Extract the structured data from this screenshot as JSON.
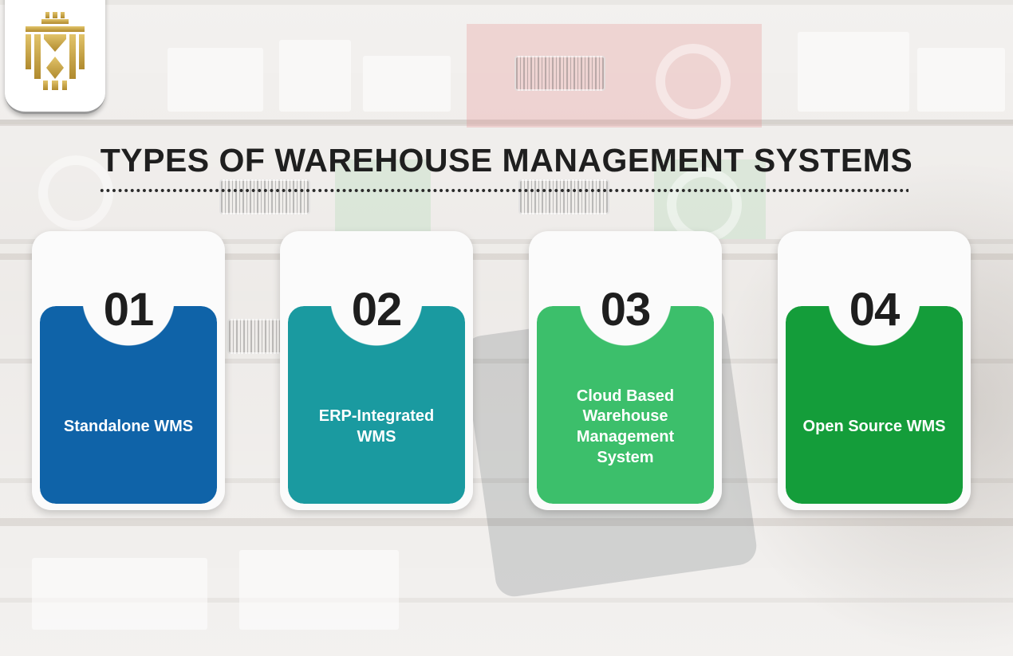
{
  "title": "TYPES OF WAREHOUSE MANAGEMENT SYSTEMS",
  "logo": {
    "icon": "crown-monogram-icon",
    "color": "#c9a84c"
  },
  "cards": [
    {
      "number": "01",
      "label": "Standalone WMS",
      "color": "#0f63a8"
    },
    {
      "number": "02",
      "label": "ERP-Integrated WMS",
      "color": "#1a9aa0"
    },
    {
      "number": "03",
      "label": "Cloud Based Warehouse Management System",
      "color": "#3cbf6b"
    },
    {
      "number": "04",
      "label": "Open Source WMS",
      "color": "#149d3a"
    }
  ]
}
